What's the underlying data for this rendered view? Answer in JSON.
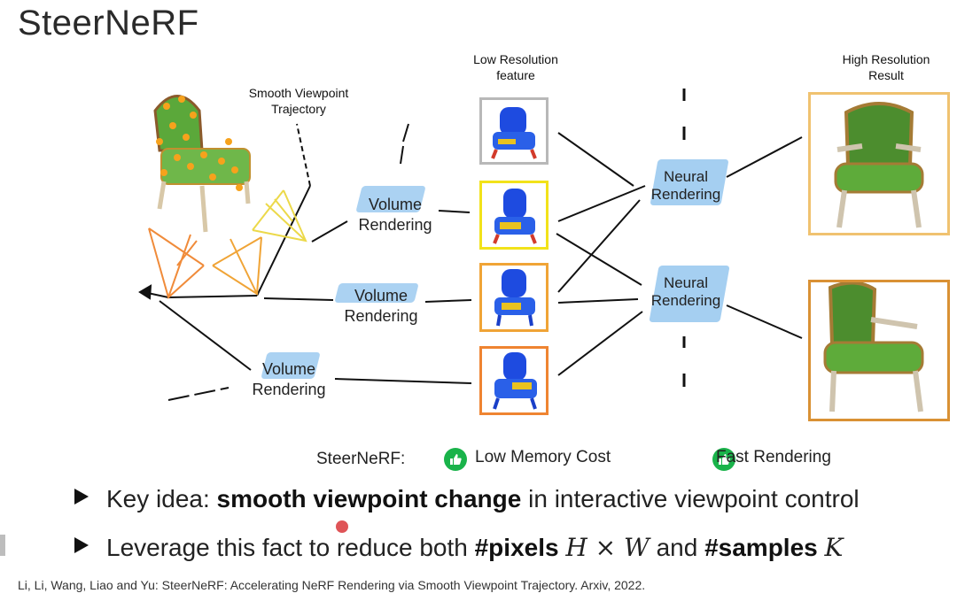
{
  "title": "SteerNeRF",
  "labels": {
    "trajectory": "Smooth Viewpoint\nTrajectory",
    "low_res": "Low Resolution\nfeature",
    "high_res": "High Resolution\nResult",
    "volume_rendering": "Volume\nRendering",
    "neural_rendering": "Neural\nRendering"
  },
  "pros": {
    "label": "SteerNeRF:",
    "items": [
      "Low Memory Cost",
      "Fast Rendering"
    ]
  },
  "bullets": {
    "b1": {
      "prefix": "Key idea: ",
      "bold": "smooth viewpoint change",
      "suffix": " in interactive viewpoint control"
    },
    "b2": {
      "prefix": "Leverage this fact to reduce both ",
      "bold1": "#pixels",
      "math1": "H × W",
      "mid": " and ",
      "bold2": "#samples",
      "math2": "K"
    }
  },
  "citation": "Li, Li, Wang, Liao and Yu: SteerNeRF: Accelerating NeRF Rendering via Smooth Viewpoint Trajectory. Arxiv, 2022.",
  "colors": {
    "feature_borders": [
      "#b8b8b8",
      "#f2e21a",
      "#f0a436",
      "#ef8431"
    ],
    "result_borders": [
      "#f0c270",
      "#d99134"
    ],
    "label_bg": "#8fc3ee",
    "check": "#19b34a"
  }
}
